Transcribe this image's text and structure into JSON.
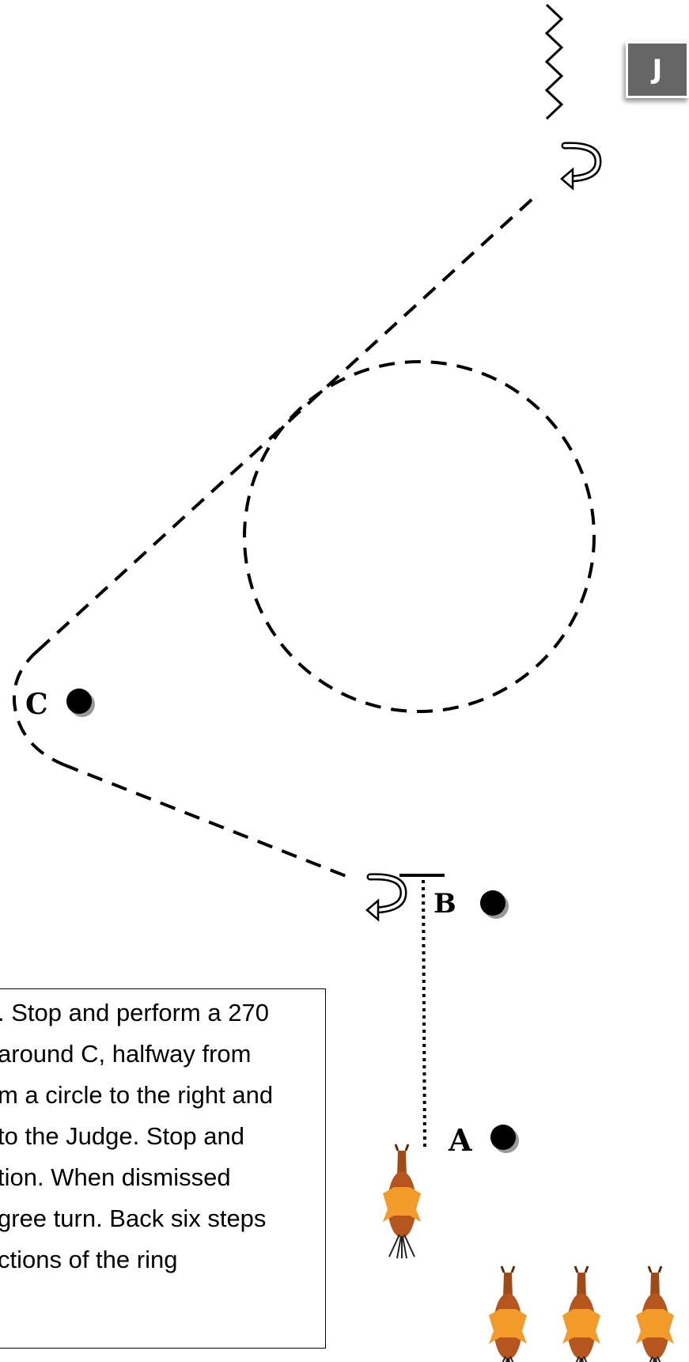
{
  "judge": {
    "label": "J"
  },
  "markers": {
    "a": {
      "label": "A"
    },
    "b": {
      "label": "B"
    },
    "c": {
      "label": "C"
    }
  },
  "instructions": {
    "lines": [
      ". Stop and perform a 270",
      " around C, halfway from",
      "m a circle to the right and",
      "to the Judge. Stop and",
      "tion. When dismissed",
      "gree turn. Back six steps",
      "ctions  of the ring"
    ]
  },
  "colors": {
    "horse_body": "#b5561f",
    "saddle": "#f29a2a",
    "judge_box": "#666666"
  }
}
